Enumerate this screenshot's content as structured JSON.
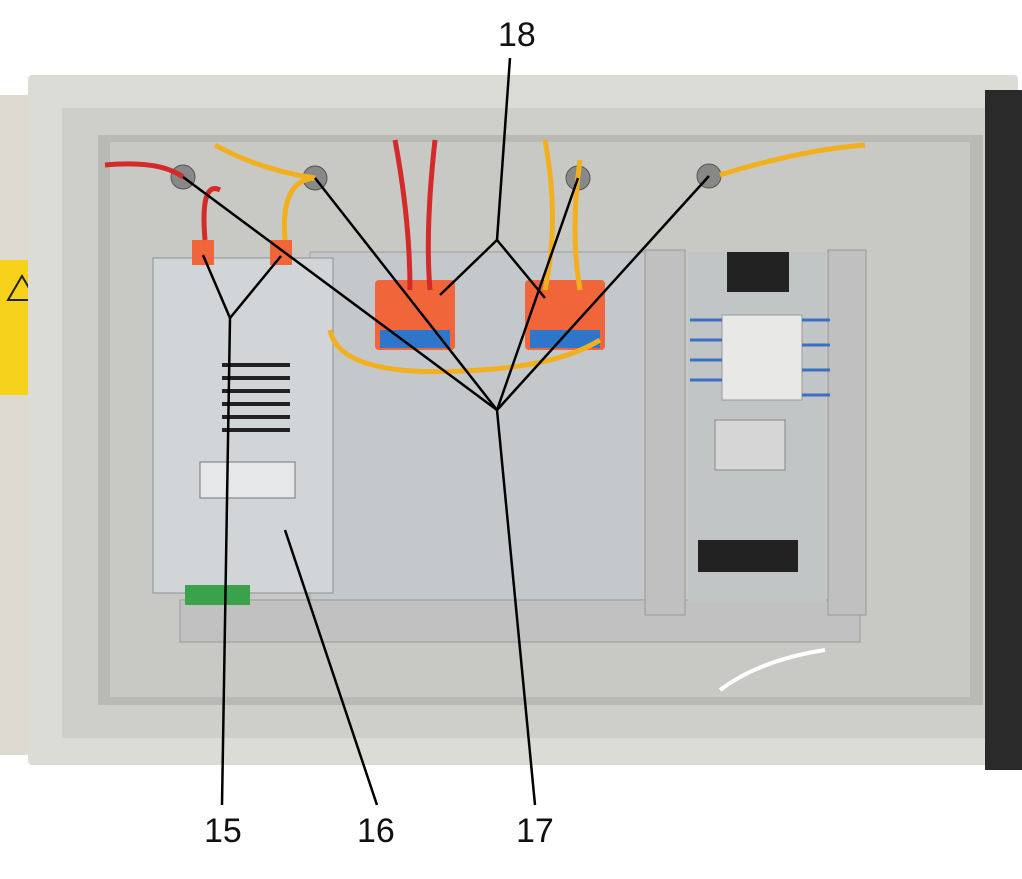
{
  "figure": {
    "callouts": [
      {
        "id": "15",
        "label": "15"
      },
      {
        "id": "16",
        "label": "16"
      },
      {
        "id": "17",
        "label": "17"
      },
      {
        "id": "18",
        "label": "18"
      }
    ]
  },
  "colors": {
    "cabinet": "#dcdcd6",
    "panel": "#c9ccce",
    "psu": "#cfd2d4",
    "terminal_orange": "#f0663a",
    "wire_red": "#d42a2a",
    "wire_yellow": "#f2b01e",
    "warning_yellow": "#f7d21a"
  }
}
